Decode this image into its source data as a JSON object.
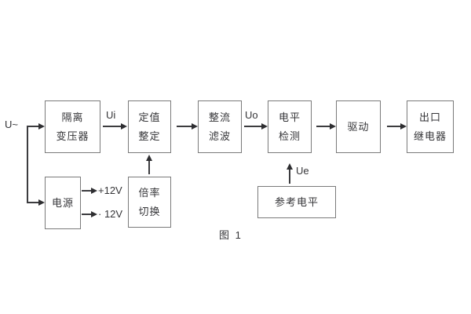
{
  "diagram": {
    "caption": "图 1",
    "input_label": "U~",
    "signals": {
      "ui": "Ui",
      "uo": "Uo",
      "ue": "Ue"
    },
    "power_rails": {
      "positive": "+12V",
      "negative": "· 12V"
    },
    "blocks": {
      "isolation_transformer": {
        "line1": "隔离",
        "line2": "变压器"
      },
      "setpoint_setting": {
        "line1": "定值",
        "line2": "整定"
      },
      "rectifier_filter": {
        "line1": "整流",
        "line2": "滤波"
      },
      "level_detection": {
        "line1": "电平",
        "line2": "检测"
      },
      "driver": {
        "line1": "驱动"
      },
      "output_relay": {
        "line1": "出口",
        "line2": "继电器"
      },
      "power_supply": {
        "line1": "电源"
      },
      "ratio_switching": {
        "line1": "倍率",
        "line2": "切换"
      },
      "reference_level": {
        "line1": "参考电平"
      }
    },
    "colors": {
      "background": "#ffffff",
      "box_border": "#7a7a7a",
      "line": "#3c3c3f",
      "text": "#353538"
    }
  }
}
